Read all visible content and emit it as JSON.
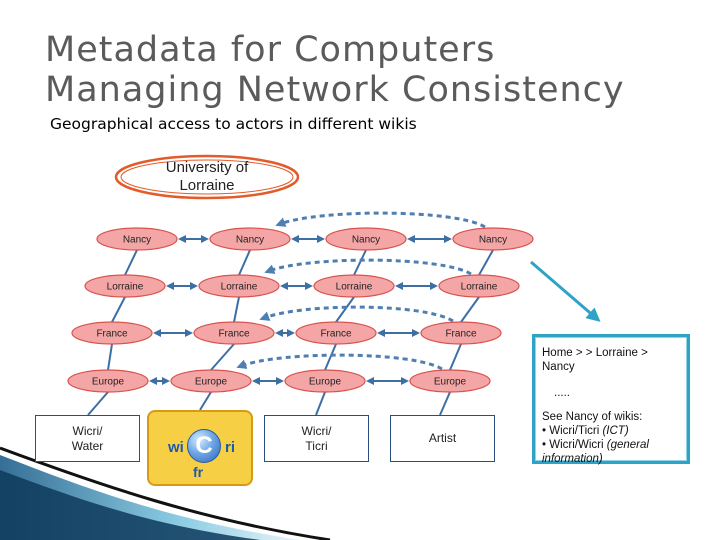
{
  "slide": {
    "title_line1": "Metadata for Computers",
    "title_line2": "Managing Network Consistency",
    "subtitle": "Geographical access to actors in different wikis"
  },
  "university_label": "University of\nLorraine",
  "columns": [
    {
      "nodes": [
        "Nancy",
        "Lorraine",
        "France",
        "Europe"
      ],
      "wiki": "Wicri/\nWater"
    },
    {
      "nodes": [
        "Nancy",
        "Lorraine",
        "France",
        "Europe"
      ],
      "wiki": "wicri-fr-logo"
    },
    {
      "nodes": [
        "Nancy",
        "Lorraine",
        "France",
        "Europe"
      ],
      "wiki": "Wicri/\nTicri"
    },
    {
      "nodes": [
        "Nancy",
        "Lorraine",
        "France",
        "Europe"
      ],
      "wiki": "Artist"
    }
  ],
  "logo": {
    "left": "wi",
    "center": "C",
    "right": "ri",
    "bottom": "fr"
  },
  "breadcrumb_panel": {
    "breadcrumb": "Home > > Lorraine >  Nancy",
    "ellipsis": ".....",
    "heading": "See Nancy of wikis:",
    "items": [
      {
        "name": "Wicri/Ticri",
        "note": "(ICT)"
      },
      {
        "name": "Wicri/Wicri",
        "note": "(general information)"
      }
    ]
  },
  "colors": {
    "node_fill": "#f4a6a6",
    "node_stroke": "#d9534f",
    "arrow": "#3d6fa5",
    "dashed": "#4f7fb0",
    "wiki_border": "#2a4e7f",
    "panel_border": "#2fa3c6",
    "univ_ring": "#e35b2a"
  }
}
